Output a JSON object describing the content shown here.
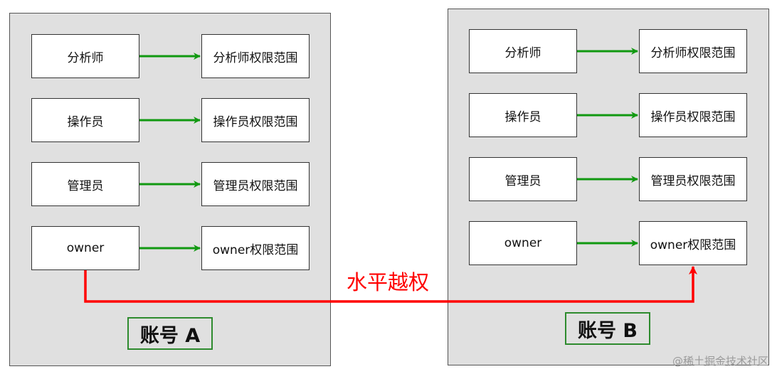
{
  "account_a": {
    "label": "账号 A",
    "rows": [
      {
        "role": "分析师",
        "scope": "分析师权限范围"
      },
      {
        "role": "操作员",
        "scope": "操作员权限范围"
      },
      {
        "role": "管理员",
        "scope": "管理员权限范围"
      },
      {
        "role": "owner",
        "scope": "owner权限范围"
      }
    ]
  },
  "account_b": {
    "label": "账号 B",
    "rows": [
      {
        "role": "分析师",
        "scope": "分析师权限范围"
      },
      {
        "role": "操作员",
        "scope": "操作员权限范围"
      },
      {
        "role": "管理员",
        "scope": "管理员权限范围"
      },
      {
        "role": "owner",
        "scope": "owner权限范围"
      }
    ]
  },
  "horizontal_label": "水平越权",
  "watermark": "@稀土掘金技术社区",
  "colors": {
    "mapping_arrow": "#119911",
    "escalation_arrow": "#ff0000",
    "panel_fill": "#e0e0e0",
    "account_label_border": "#2e8b2e"
  }
}
